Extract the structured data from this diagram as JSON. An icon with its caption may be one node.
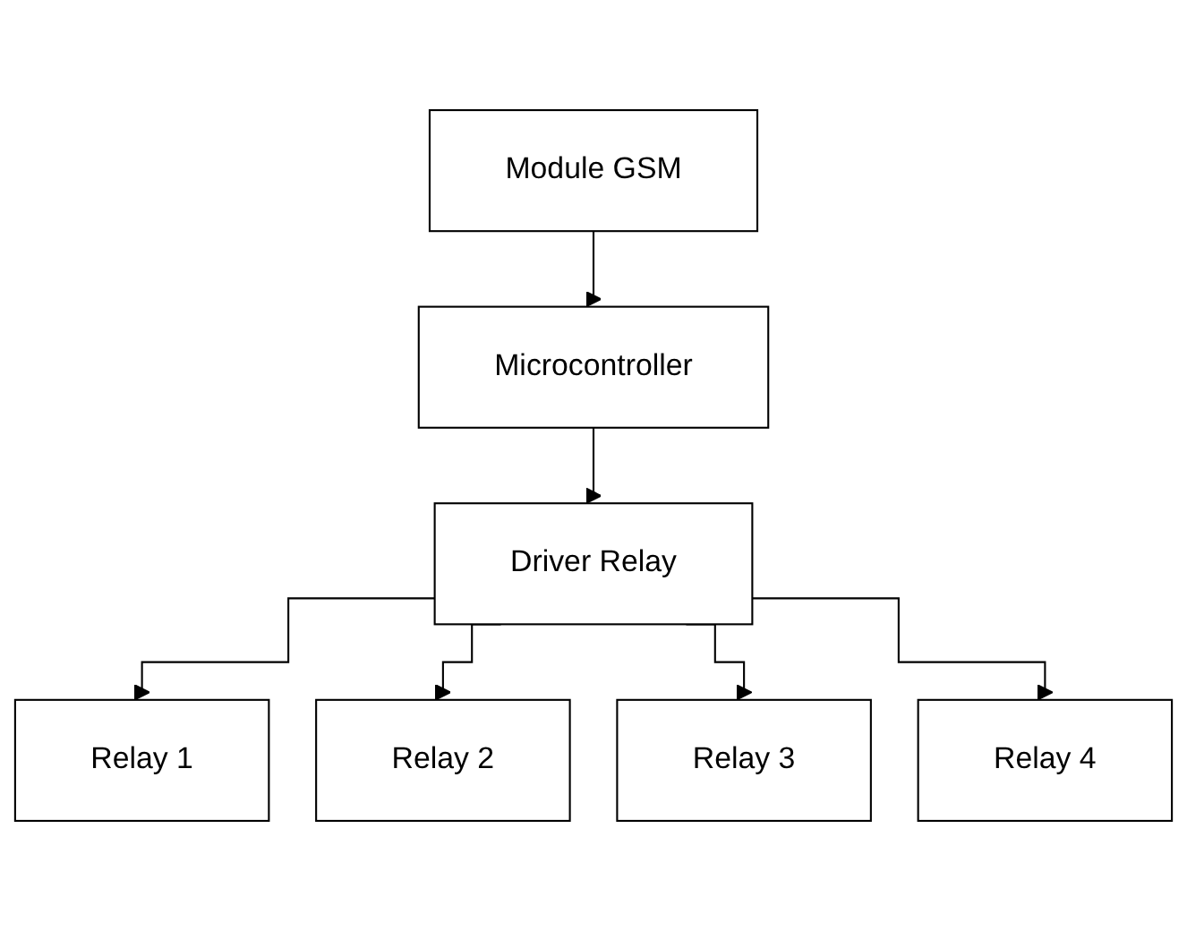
{
  "diagram": {
    "nodes": [
      {
        "text": [
          "Module GSM"
        ]
      },
      {
        "text": [
          "Microcontroller"
        ]
      },
      {
        "text": [
          "Driver Relay"
        ]
      },
      {
        "text": [
          "Relay 1"
        ]
      },
      {
        "text": [
          "Relay 2"
        ]
      },
      {
        "text": [
          "Relay 3"
        ]
      },
      {
        "text": [
          "Relay 4"
        ]
      }
    ],
    "edges": [
      {
        "from": 0,
        "to": 1,
        "arrow": "to"
      },
      {
        "from": 1,
        "to": 2,
        "arrow": "to"
      },
      {
        "from": 2,
        "to": 3,
        "arrow": "to"
      },
      {
        "from": 2,
        "to": 4,
        "arrow": "to"
      },
      {
        "from": 2,
        "to": 5,
        "arrow": "to"
      },
      {
        "from": 2,
        "to": 6,
        "arrow": "to"
      }
    ]
  }
}
